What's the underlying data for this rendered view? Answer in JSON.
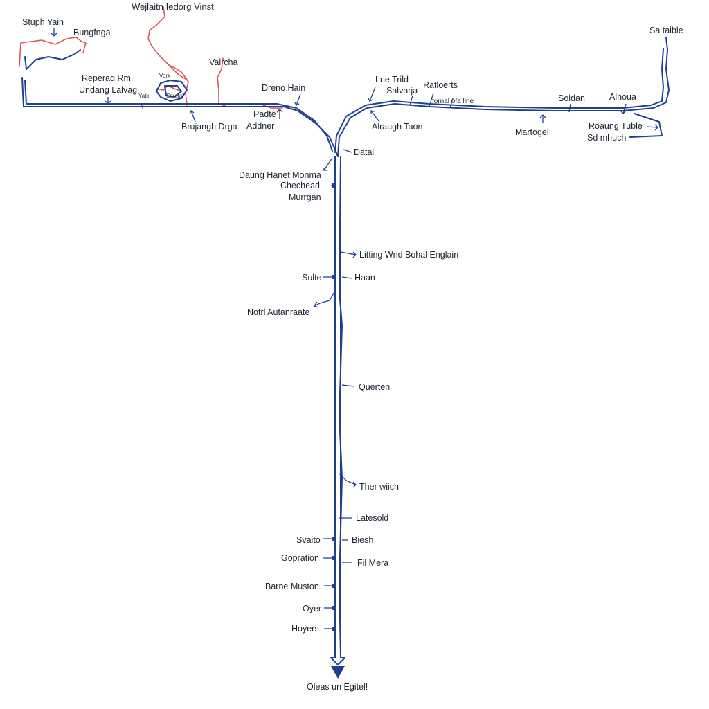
{
  "colors": {
    "route": "#1f3f8f",
    "river": "#d9555a",
    "text": "#1c2430",
    "background": "#ffffff"
  },
  "map": {
    "title": "Wejlaitn Iedorg Vinst",
    "end_label": "Oleas un Egitel!",
    "labels": {
      "stuph_yain": "Stuph Yain",
      "bungfnga": "Bungfnga",
      "valrcha": "Valrcha",
      "sa_taible": "Sa taible",
      "reperad_rim": "Reperad Rm",
      "undang_lalvag": "Undang Lalvag",
      "vork": "Vork",
      "yatk": "Yatk",
      "sereial": "Sereial",
      "dreno_hain": "Dreno Hain",
      "lne_trild": "Lne Trild",
      "salvarja": "Salvarja",
      "ratloerts": "Ratloerts",
      "fornal": "fornal ofa line",
      "soidan": "Soidan",
      "alhoua": "Alhoua",
      "brujangh_drga": "Brujangh Drga",
      "padte": "Padte",
      "addner": "Addner",
      "alraugh_taon": "Alraugh Taon",
      "martogel": "Martogel",
      "roaung_tuble": "Roaung Tuble",
      "sd_mhuch": "Sd mhuch",
      "datal": "Datal",
      "daung_hanet": "Daung Hanet Monma",
      "chechead": "Chechead",
      "murrgan": "Murrgan",
      "litting": "Litting Wnd Bohal Englain",
      "sulte": "Sulte",
      "haan": "Haan",
      "notrl": "Notrl Autanraate",
      "querten": "Querten",
      "ther_wiich": "Ther wiich",
      "latesold": "Latesold",
      "svaito": "Svaito",
      "biesh": "Biesh",
      "gopration": "Gopration",
      "fil_mera": "Fil Mera",
      "barne_muston": "Barne Muston",
      "oyer": "Oyer",
      "hoyers": "Hoyers"
    }
  }
}
